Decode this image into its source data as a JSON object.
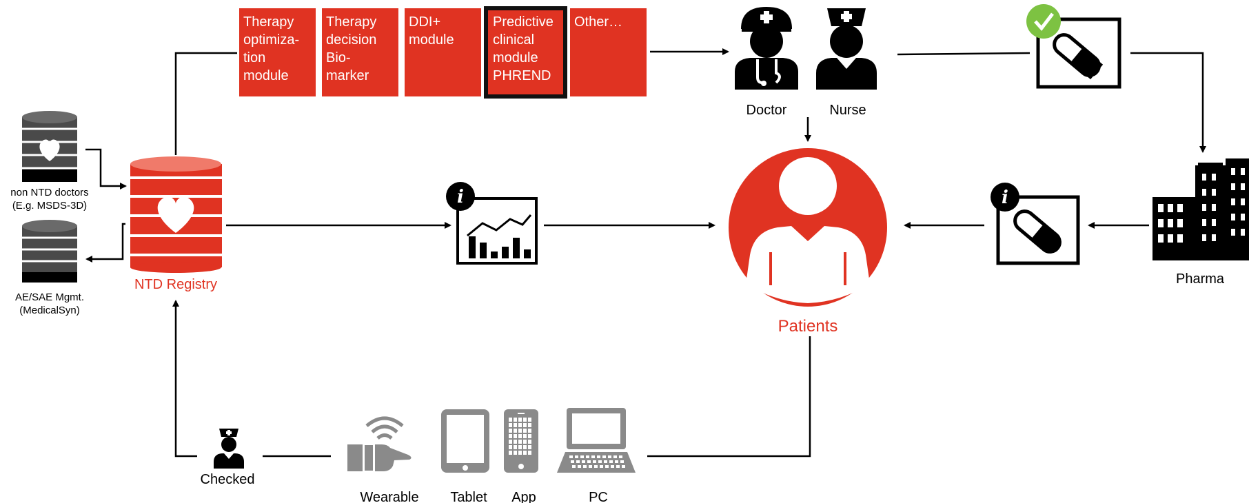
{
  "modules": [
    {
      "lines": [
        "Therapy",
        "optimiza-",
        "tion",
        "module"
      ],
      "highlighted": false
    },
    {
      "lines": [
        "Therapy",
        "decision",
        "Bio-",
        "marker"
      ],
      "highlighted": false
    },
    {
      "lines": [
        "DDI+",
        "module"
      ],
      "highlighted": false
    },
    {
      "lines": [
        "Predictive",
        "clinical",
        "module",
        "PHREND"
      ],
      "highlighted": true
    },
    {
      "lines": [
        "Other…"
      ],
      "highlighted": false
    }
  ],
  "labels": {
    "doctor": "Doctor",
    "nurse": "Nurse",
    "non_ntd_line1": "non NTD doctors",
    "non_ntd_line2": "(E.g. MSDS-3D)",
    "ae_line1": "AE/SAE Mgmt.",
    "ae_line2": "(MedicalSyn)",
    "registry": "NTD Registry",
    "patients": "Patients",
    "pharma": "Pharma",
    "checked": "Checked",
    "wearable": "Wearable",
    "tablet": "Tablet",
    "app": "App",
    "pc": "PC"
  },
  "colors": {
    "accent_red": "#e03322",
    "check_green": "#7dc242",
    "device_gray": "#8a8a8a",
    "db_dark": "#4a4a4a"
  },
  "icons": [
    "database-heart-icon",
    "registry-database-icon",
    "info-chart-icon",
    "doctor-icon",
    "nurse-icon",
    "patient-icon",
    "prescription-check-icon",
    "prescription-info-icon",
    "pharma-building-icon",
    "checked-nurse-icon",
    "wearable-icon",
    "tablet-icon",
    "app-phone-icon",
    "pc-laptop-icon"
  ]
}
